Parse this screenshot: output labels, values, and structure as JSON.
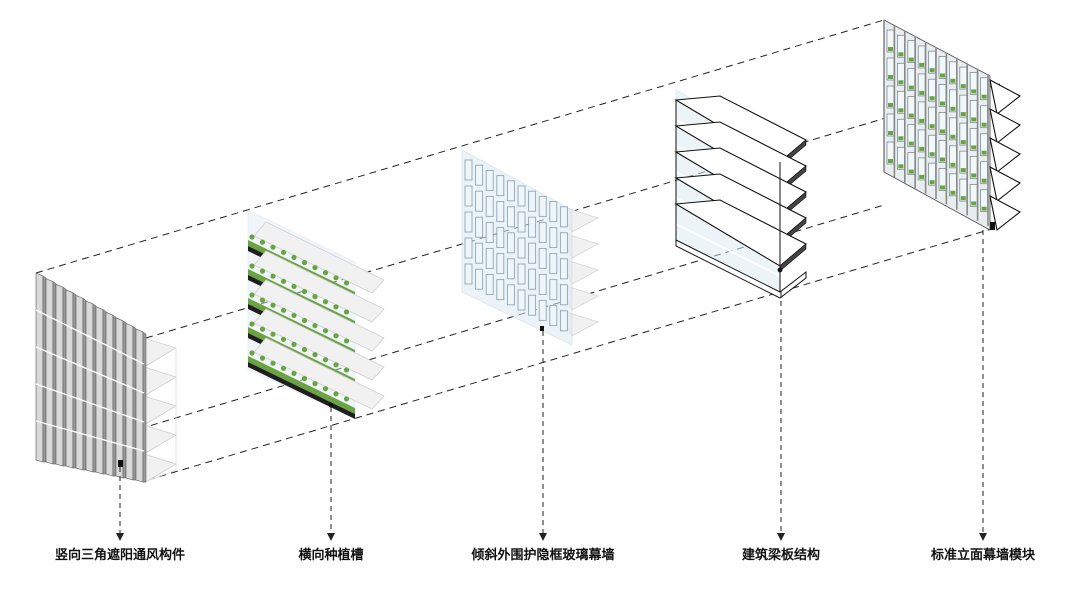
{
  "layers": [
    {
      "id": "fins",
      "label": "竖向三角遮阳通风构件"
    },
    {
      "id": "planters",
      "label": "横向种植槽"
    },
    {
      "id": "glass",
      "label": "倾斜外围护隐框玻璃幕墙"
    },
    {
      "id": "slabs",
      "label": "建筑梁板结构"
    },
    {
      "id": "module",
      "label": "标准立面幕墙模块"
    }
  ],
  "colors": {
    "line": "#222222",
    "fin_face": "#d9d9d9",
    "fin_side": "#9a9a9a",
    "ghost": "#f1f1f1",
    "glass": "#dcebf3",
    "glass_frame": "#8fa6b4",
    "planter": "#1f1f1f",
    "plant": "#6aa341",
    "slab_top": "#ffffff",
    "slab_edge": "#111111"
  }
}
